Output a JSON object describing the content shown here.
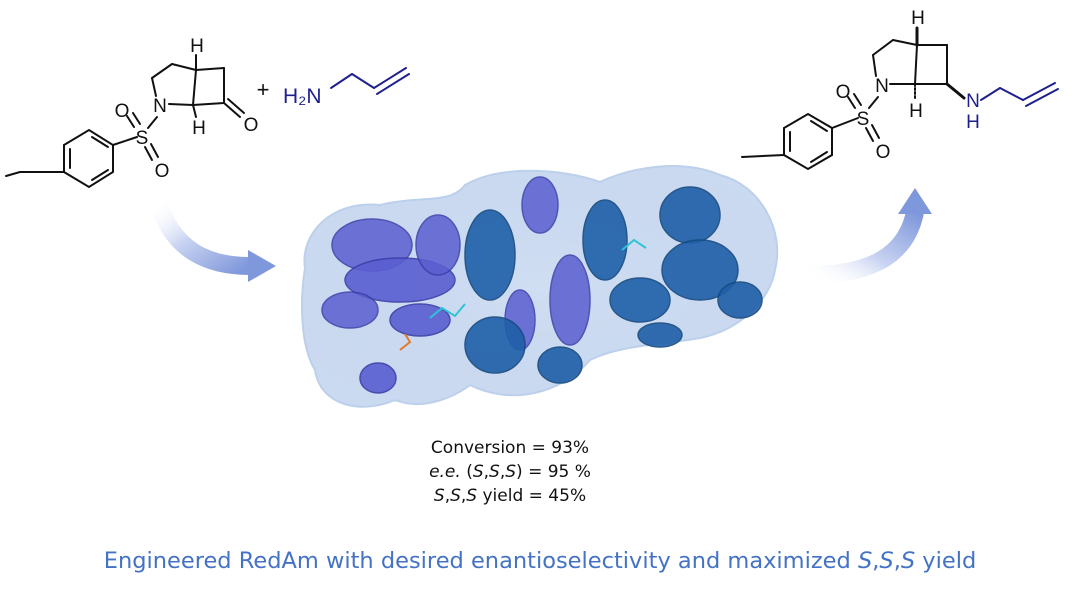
{
  "reactant": {
    "atoms": {
      "H_top": "H",
      "N": "N",
      "H_bottom": "H",
      "O_ketone": "O",
      "S": "S",
      "O_upper": "O",
      "O_lower": "O"
    },
    "plus": "+",
    "amine_label": "H₂N"
  },
  "product": {
    "atoms": {
      "H_top": "H",
      "N": "N",
      "H_bottom": "H",
      "S": "S",
      "O_upper": "O",
      "O_lower": "O",
      "NH_N": "N",
      "NH_H": "H"
    }
  },
  "results": {
    "conversion": "Conversion = 93%",
    "ee_prefix": "e.e.",
    "ee_open": " (",
    "ee_S1": "S",
    "ee_sep1": ",",
    "ee_S2": "S",
    "ee_sep2": ",",
    "ee_S3": "S",
    "ee_close": ") = 95 %",
    "yield_S1": "S",
    "yield_sep1": ",",
    "yield_S2": "S",
    "yield_sep2": ",",
    "yield_S3": "S",
    "yield_text": " yield = 45%"
  },
  "caption": {
    "main": "Engineered RedAm with desired enantioselectivity and maximized ",
    "S1": "S",
    "sep1": ",",
    "S2": "S",
    "sep2": ",",
    "S3": "S",
    "tail": " yield"
  },
  "colors": {
    "amine_blue": "#1f1f8f",
    "arrow": "#8EA4DE",
    "protein_purple": "#5a5ed0",
    "protein_blue": "#1f5fa8",
    "surface": "#a9c4e8",
    "caption": "#4472C4"
  }
}
